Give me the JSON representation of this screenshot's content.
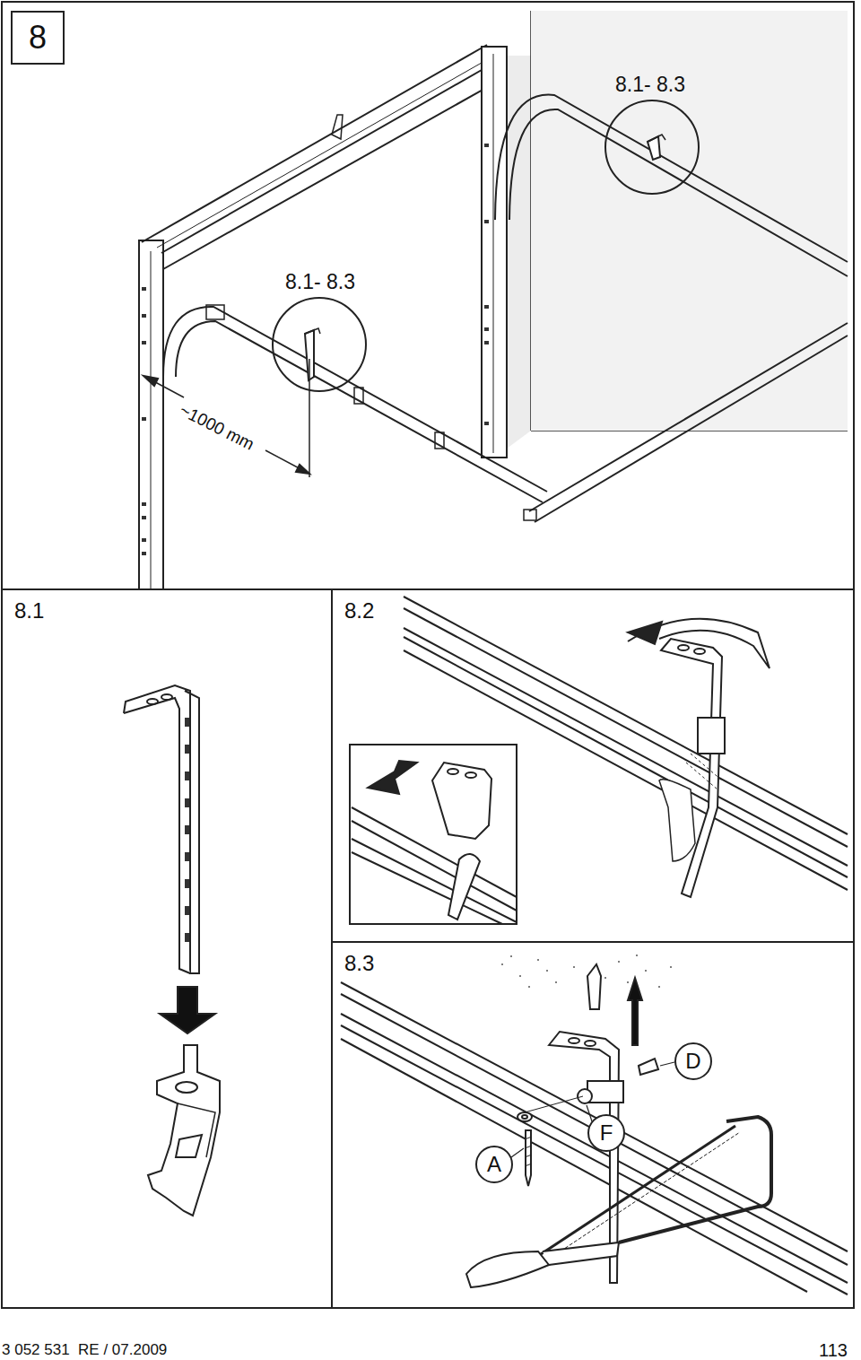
{
  "diagram": {
    "nodes": [
      {
        "text": [
          "8"
        ]
      },
      {
        "text": [
          "8.1"
        ]
      },
      {
        "text": [
          "8.2"
        ]
      },
      {
        "text": [
          "8.3"
        ]
      },
      {
        "text": [
          "A"
        ],
        "in": 3
      },
      {
        "text": [
          "D"
        ],
        "in": 3
      },
      {
        "text": [
          "F"
        ],
        "in": 3
      }
    ],
    "labels": [
      "8.1- 8.3",
      "8.1- 8.3",
      "~1000 mm",
      "3 052 531  RE / 07.2009",
      "113"
    ]
  }
}
